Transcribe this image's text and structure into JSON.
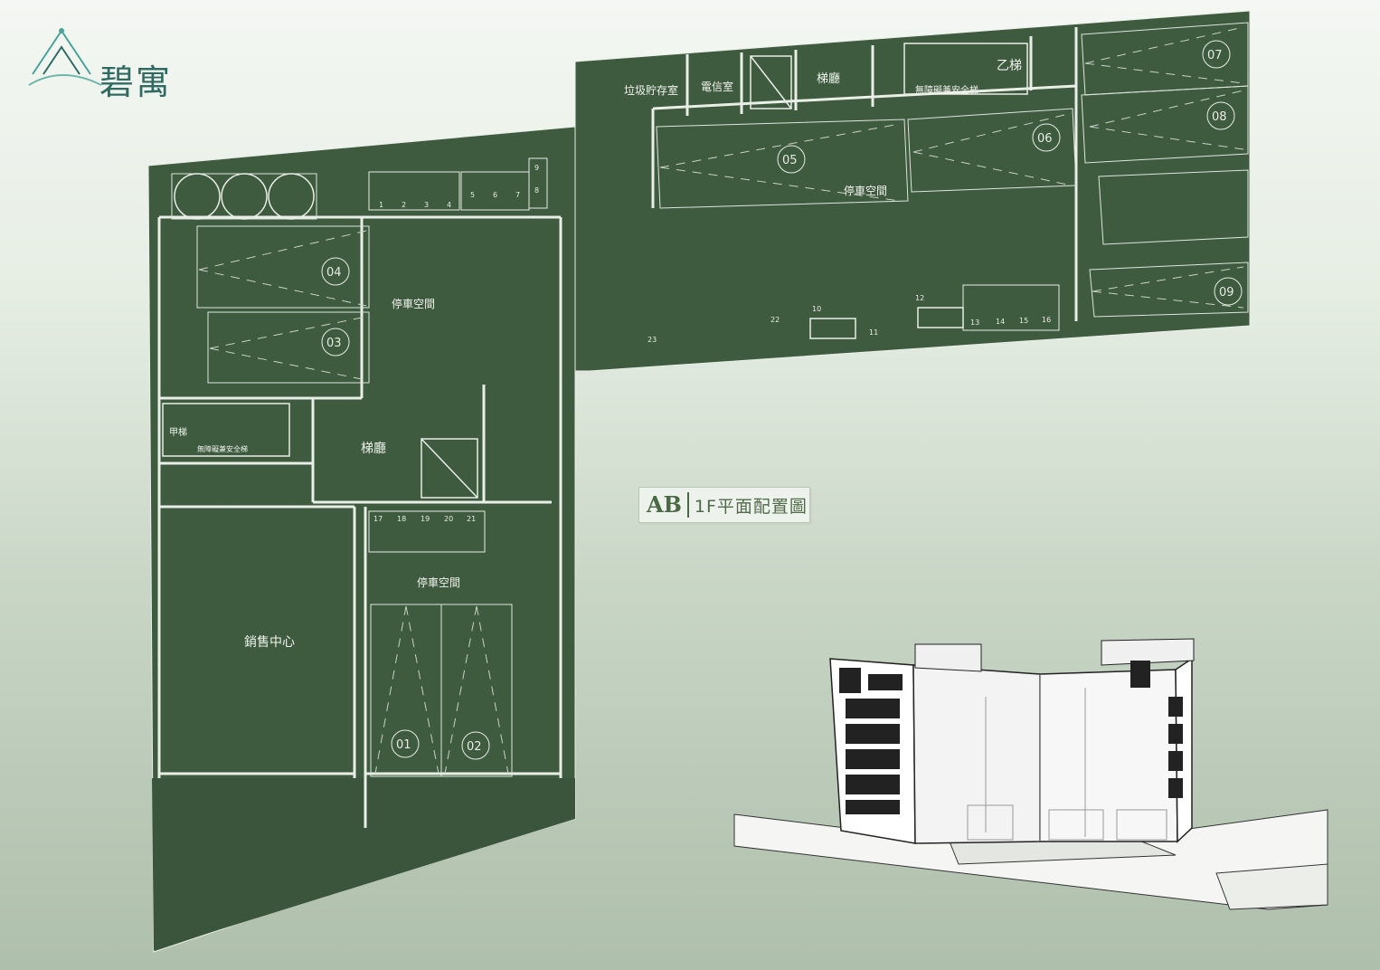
{
  "logo": {
    "text": "碧寓",
    "icon": "logo-mark-icon",
    "color": "#2f6b62"
  },
  "title": {
    "prefix": "AB",
    "label": "1F平面配置圖"
  },
  "colors": {
    "plan_fill": "#3e5a3f",
    "line": "#e9eee6",
    "accent": "#4a6a45"
  },
  "rooms": {
    "garbage": "垃圾貯存室",
    "telecom": "電信室",
    "elevator_top": "梯廳",
    "stair_b": "乙梯",
    "stair_b_note": "無障礙兼安全梯",
    "parking_top": "停車空間",
    "parking_left": "停車空間",
    "parking_lower": "停車空間",
    "elevator_mid": "梯廳",
    "stair_a": "甲梯",
    "stair_a_note": "無障礙兼安全梯",
    "sales": "銷售中心"
  },
  "car_spaces": [
    "01",
    "02",
    "03",
    "04",
    "05",
    "06",
    "07",
    "08",
    "09"
  ],
  "moto_spaces_top": [
    "1",
    "2",
    "3",
    "4",
    "5",
    "6",
    "7",
    "8",
    "9"
  ],
  "moto_spaces_right": [
    "10",
    "11",
    "12",
    "13",
    "14",
    "15",
    "16"
  ],
  "moto_spaces_bottom": [
    "17",
    "18",
    "19",
    "20",
    "21"
  ],
  "moto_spaces_misc": [
    "22",
    "23"
  ]
}
